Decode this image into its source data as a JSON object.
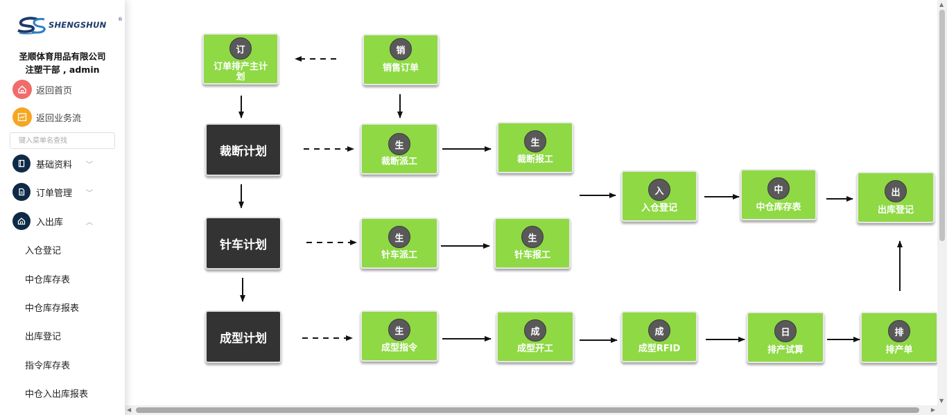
{
  "brand": {
    "logo_text": "SHENGSHUN",
    "company_name": "圣顺体育用品有限公司",
    "user_line": "注塑干部 , admin"
  },
  "quick_links": [
    {
      "label": "返回首页",
      "icon": "home-icon",
      "color": "#f06c6c"
    },
    {
      "label": "返回业务流",
      "icon": "flow-icon",
      "color": "#f5a623"
    }
  ],
  "search": {
    "placeholder": "键入菜单名查找"
  },
  "menus": [
    {
      "label": "基础资料",
      "icon": "book-icon",
      "expanded": false
    },
    {
      "label": "订单管理",
      "icon": "document-icon",
      "expanded": false
    },
    {
      "label": "入出库",
      "icon": "warehouse-icon",
      "expanded": true
    }
  ],
  "submenu": [
    "入仓登记",
    "中仓库存表",
    "中仓库存报表",
    "出库登记",
    "指令库存表",
    "中仓入出库报表"
  ],
  "flow": {
    "nodes": [
      {
        "id": "order_master",
        "char": "订",
        "label": "订单排产主计划"
      },
      {
        "id": "sales_order",
        "char": "销",
        "label": "销售订单"
      },
      {
        "id": "cut_dispatch",
        "char": "生",
        "label": "裁断派工"
      },
      {
        "id": "cut_report",
        "char": "生",
        "label": "裁断报工"
      },
      {
        "id": "sew_dispatch",
        "char": "生",
        "label": "针车派工"
      },
      {
        "id": "sew_report",
        "char": "生",
        "label": "针车报工"
      },
      {
        "id": "inbound",
        "char": "入",
        "label": "入仓登记"
      },
      {
        "id": "mid_stock",
        "char": "中",
        "label": "中仓库存表"
      },
      {
        "id": "outbound",
        "char": "出",
        "label": "出库登记"
      },
      {
        "id": "form_cmd",
        "char": "生",
        "label": "成型指令"
      },
      {
        "id": "form_start",
        "char": "成",
        "label": "成型开工"
      },
      {
        "id": "form_rfid",
        "char": "成",
        "label": "成型RFID"
      },
      {
        "id": "sched_calc",
        "char": "日",
        "label": "排产试算"
      },
      {
        "id": "sched_sheet",
        "char": "排",
        "label": "排产单"
      }
    ],
    "plans": [
      "裁断计划",
      "针车计划",
      "成型计划"
    ]
  },
  "colors": {
    "node_green": "#8ed944",
    "plan_dark": "#333333",
    "sidebar_icon": "#0e2a47"
  }
}
